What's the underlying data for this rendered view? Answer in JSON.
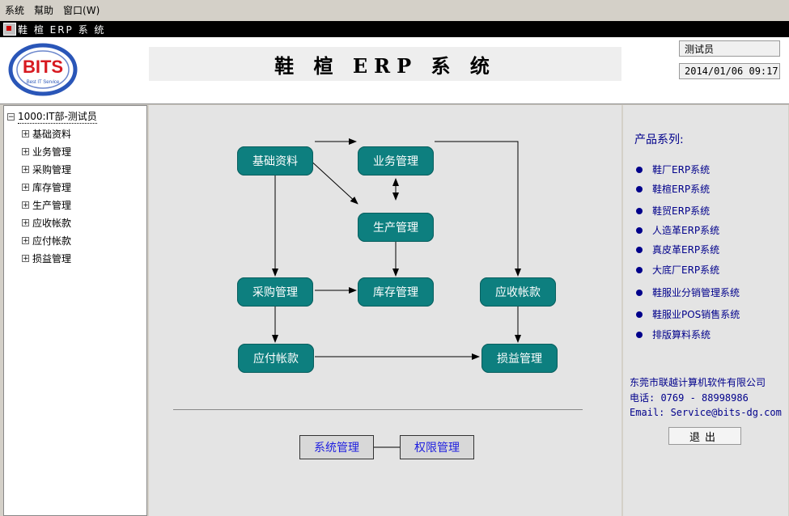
{
  "menubar": {
    "items": [
      "系统",
      "幫助",
      "窗口(W)"
    ]
  },
  "window": {
    "title": "鞋 楦 ERP 系 统"
  },
  "header": {
    "banner": "鞋 楦 ERP 系 统",
    "user": "测试员",
    "datetime": "2014/01/06 09:17"
  },
  "logo": {
    "text": "BITS",
    "sub": "Best IT Service",
    "colors": {
      "ring": "#2a56b8",
      "text": "#d71920"
    }
  },
  "tree": {
    "root": "1000:IT部-测试员",
    "items": [
      "基础资料",
      "业务管理",
      "采购管理",
      "库存管理",
      "生产管理",
      "应收帐款",
      "应付帐款",
      "损益管理"
    ]
  },
  "flow": {
    "nodes": {
      "basic": "基础资料",
      "business": "业务管理",
      "production": "生产管理",
      "purchase": "采购管理",
      "inventory": "库存管理",
      "receivable": "应收帐款",
      "payable": "应付帐款",
      "profit": "损益管理"
    },
    "node_color": "#0d7f7f"
  },
  "bottom_buttons": {
    "system": "系统管理",
    "permission": "权限管理"
  },
  "products": {
    "title": "产品系列:",
    "items": [
      "鞋厂ERP系统",
      "鞋楦ERP系统",
      "鞋贸ERP系统",
      "人造革ERP系统",
      "真皮革ERP系统",
      "大底厂ERP系统",
      "鞋服业分销管理系统",
      "鞋服业POS销售系统",
      "排版算料系统"
    ]
  },
  "company": {
    "name": "东莞市联越计算机软件有限公司",
    "phone": "电话: 0769 - 88998986",
    "email": "Email: Service@bits-dg.com"
  },
  "exit_label": "退出"
}
